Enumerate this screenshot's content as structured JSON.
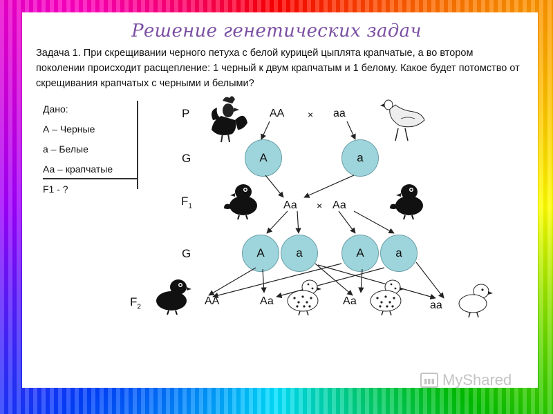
{
  "title": "Решение генетических задач",
  "task": {
    "text": "Задача 1. При скрещивании черного петуха с белой курицей цыплята крапчатые, а во втором поколении происходит расщепление: 1 черный к двум крапчатым и 1 белому. Какое будет потомство от скрещивания крапчатых с черными и белыми?"
  },
  "given": {
    "header": "Дано:",
    "lines": [
      "А – Черные",
      "а – Белые",
      "Аа – крапчатые",
      "F1 - ?"
    ]
  },
  "labels": {
    "P": "P",
    "G1": "G",
    "F1": "F",
    "F1_sub": "1",
    "G2": "G",
    "F2": "F",
    "F2_sub": "2"
  },
  "parents": {
    "left": "АА",
    "right": "аа",
    "cross": "×"
  },
  "gametes1": [
    "А",
    "а"
  ],
  "f1": {
    "left": "Аа",
    "right": "Аа",
    "cross": "×"
  },
  "gametes2": [
    "А",
    "а",
    "А",
    "а"
  ],
  "f2": [
    "АА",
    "Аа",
    "Аа",
    "аа"
  ],
  "watermark": "MyShared",
  "colors": {
    "title": "#7a4fa3",
    "gamete_fill": "#9ed5dc"
  },
  "icons": [
    "rooster-icon",
    "hen-icon",
    "black-chick-icon",
    "speckled-chick-icon",
    "white-chick-icon"
  ]
}
